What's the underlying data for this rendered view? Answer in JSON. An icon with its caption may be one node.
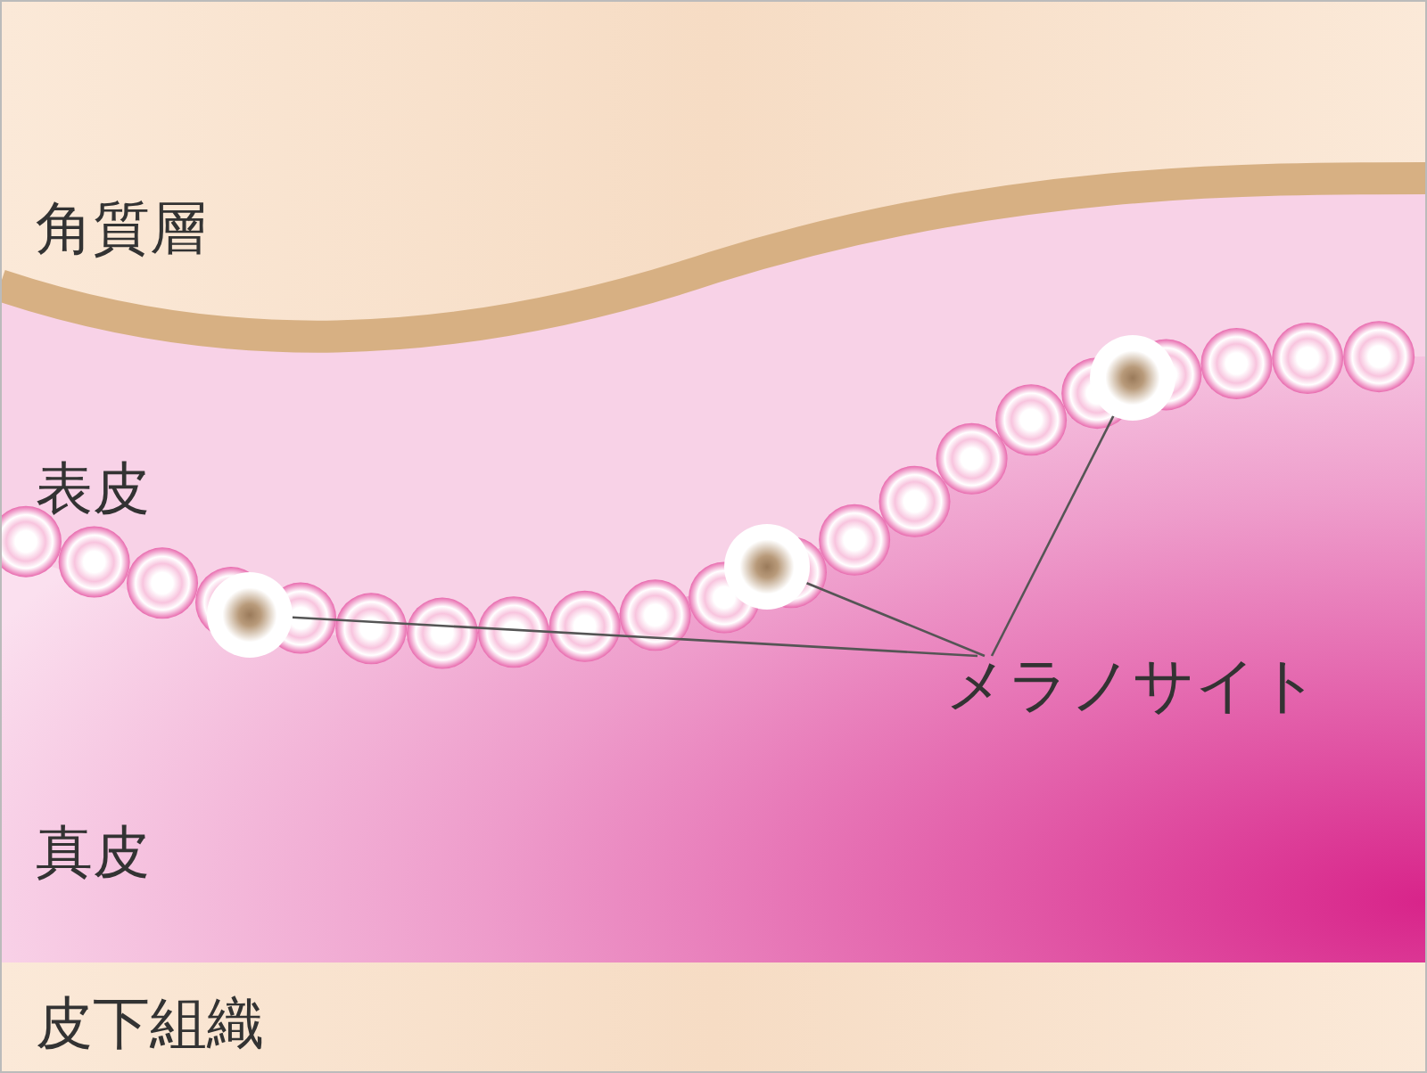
{
  "diagram": {
    "nodes": [
      {
        "text": [
          "メラノサイト"
        ]
      },
      {
        "text": [],
        "shape": "circle"
      },
      {
        "text": [],
        "shape": "circle"
      },
      {
        "text": [],
        "shape": "circle"
      }
    ],
    "edges": [
      {
        "from": 0,
        "to": 1,
        "arrow": "none"
      },
      {
        "from": 0,
        "to": 2,
        "arrow": "none"
      },
      {
        "from": 0,
        "to": 3,
        "arrow": "none"
      }
    ],
    "labels": [
      "角質層",
      "表皮",
      "真皮",
      "皮下組織"
    ]
  }
}
